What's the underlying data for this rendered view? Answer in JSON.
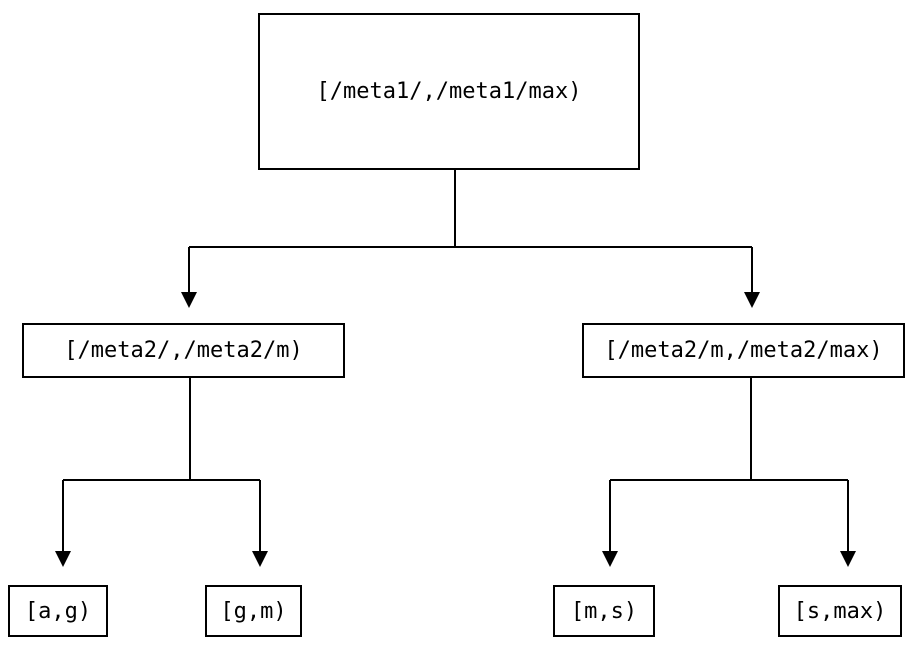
{
  "diagram": {
    "type": "tree",
    "nodes": [
      {
        "id": "root",
        "label": "[/meta1/,/meta1/max)",
        "level": 0
      },
      {
        "id": "meta2-left",
        "label": "[/meta2/,/meta2/m)",
        "level": 1
      },
      {
        "id": "meta2-right",
        "label": "[/meta2/m,/meta2/max)",
        "level": 1
      },
      {
        "id": "leaf-a-g",
        "label": "[a,g)",
        "level": 2
      },
      {
        "id": "leaf-g-m",
        "label": "[g,m)",
        "level": 2
      },
      {
        "id": "leaf-m-s",
        "label": "[m,s)",
        "level": 2
      },
      {
        "id": "leaf-s-max",
        "label": "[s,max)",
        "level": 2
      }
    ],
    "edges": [
      {
        "from": "root",
        "to": "meta2-left"
      },
      {
        "from": "root",
        "to": "meta2-right"
      },
      {
        "from": "meta2-left",
        "to": "leaf-a-g"
      },
      {
        "from": "meta2-left",
        "to": "leaf-g-m"
      },
      {
        "from": "meta2-right",
        "to": "leaf-m-s"
      },
      {
        "from": "meta2-right",
        "to": "leaf-s-max"
      }
    ],
    "colors": {
      "background": "#ffffff",
      "node_border": "#000000",
      "edge_line": "#000000",
      "text": "#000000"
    }
  }
}
